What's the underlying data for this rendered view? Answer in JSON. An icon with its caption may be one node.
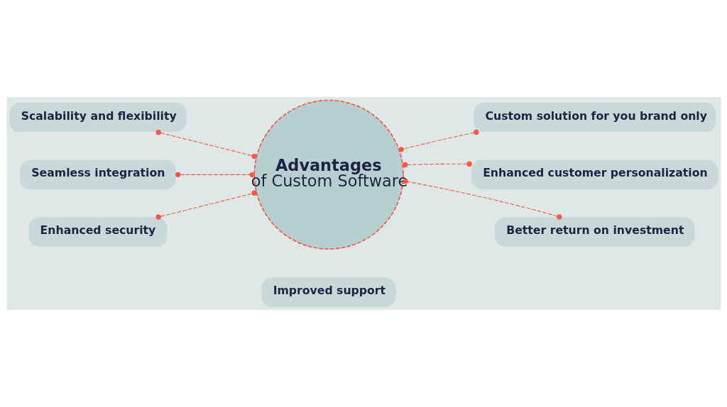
{
  "diagram": {
    "nodes": [
      {
        "text": [
          "Scalability and flexibility"
        ]
      },
      {
        "text": [
          "Custom solution for you brand only"
        ]
      },
      {
        "text": [
          "Advantages",
          "of Custom Software"
        ]
      },
      {
        "text": [
          "Seamless integration"
        ]
      },
      {
        "text": [
          "Enhanced customer personalization"
        ]
      },
      {
        "text": [
          "Enhanced security"
        ]
      },
      {
        "text": [
          "Better return on investment"
        ]
      },
      {
        "text": [
          "Improved support"
        ]
      }
    ],
    "edges": [
      {
        "from": 0,
        "to": 2,
        "arrow": "other",
        "style": "dashed"
      },
      {
        "from": 1,
        "to": 2,
        "arrow": "other",
        "style": "dashed"
      },
      {
        "from": 3,
        "to": 2,
        "arrow": "other",
        "style": "dashed"
      },
      {
        "from": 4,
        "to": 2,
        "arrow": "other",
        "style": "dashed"
      },
      {
        "from": 5,
        "to": 2,
        "arrow": "other",
        "style": "dashed"
      },
      {
        "from": 6,
        "to": 2,
        "arrow": "other",
        "style": "dashed"
      }
    ]
  }
}
